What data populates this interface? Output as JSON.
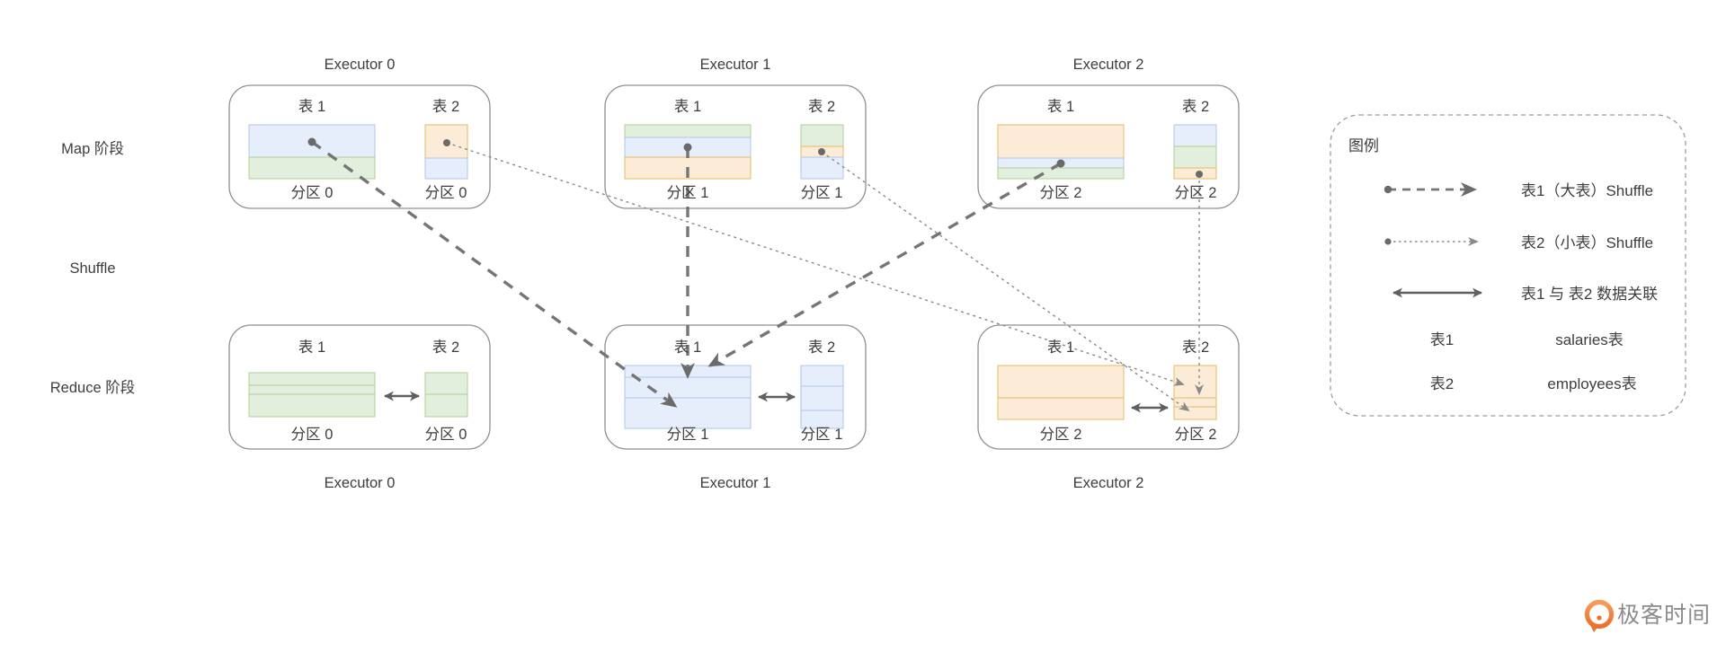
{
  "palette": {
    "blue": {
      "fill": "#e7eefb",
      "border": "#aec6e8"
    },
    "green": {
      "fill": "#e2efdc",
      "border": "#aecf97"
    },
    "orange": {
      "fill": "#fcecd7",
      "border": "#e0bc66"
    },
    "executor_box_border": "#8f8f8f",
    "table1_shuffle_arrow": "#757575",
    "table2_shuffle_arrow": "#8a8a8a",
    "join_arrow": "#5f5f5f",
    "shuffle_dot": "#6a6a6a",
    "text": "#3d3d3d",
    "legend_border": "#9c9c9c",
    "logo_orange": "#ee7c38",
    "logo_orange_dark": "#e9702e",
    "logo_text_color": "#8c8c8c"
  },
  "stage_labels": {
    "map": "Map 阶段",
    "shuffle": "Shuffle",
    "reduce": "Reduce 阶段"
  },
  "map_row": {
    "executors": [
      {
        "title": "Executor 0",
        "tables": [
          {
            "label": "表 1",
            "partition": "分区 0"
          },
          {
            "label": "表 2",
            "partition": "分区 0"
          }
        ]
      },
      {
        "title": "Executor 1",
        "tables": [
          {
            "label": "表 1",
            "partition": "分区 1"
          },
          {
            "label": "表 2",
            "partition": "分区 1"
          }
        ]
      },
      {
        "title": "Executor 2",
        "tables": [
          {
            "label": "表 1",
            "partition": "分区 2"
          },
          {
            "label": "表 2",
            "partition": "分区 2"
          }
        ]
      }
    ]
  },
  "reduce_row": {
    "executors": [
      {
        "title": "Executor 0",
        "tables": [
          {
            "label": "表 1",
            "partition": "分区 0"
          },
          {
            "label": "表 2",
            "partition": "分区 0"
          }
        ]
      },
      {
        "title": "Executor 1",
        "tables": [
          {
            "label": "表 1",
            "partition": "分区 1"
          },
          {
            "label": "表 2",
            "partition": "分区 1"
          }
        ]
      },
      {
        "title": "Executor 2",
        "tables": [
          {
            "label": "表 1",
            "partition": "分区 2"
          },
          {
            "label": "表 2",
            "partition": "分区 2"
          }
        ]
      }
    ]
  },
  "connections": {
    "table1_shuffle": [
      {
        "from": "map-executor-0-table1",
        "to": "reduce-executor-1-table1"
      },
      {
        "from": "map-executor-1-table1",
        "to": "reduce-executor-1-table1"
      },
      {
        "from": "map-executor-2-table1",
        "to": "reduce-executor-1-table1"
      }
    ],
    "table2_shuffle": [
      {
        "from": "map-executor-0-table2",
        "to": "reduce-executor-2-table2"
      },
      {
        "from": "map-executor-1-table2",
        "to": "reduce-executor-2-table2"
      },
      {
        "from": "map-executor-2-table2",
        "to": "reduce-executor-2-table2"
      }
    ],
    "joins": [
      "reduce-executor-0",
      "reduce-executor-1",
      "reduce-executor-2"
    ]
  },
  "legend": {
    "title": "图例",
    "items": [
      {
        "icon": "dashed-arrow-sample",
        "label": "表1（大表）Shuffle"
      },
      {
        "icon": "dotted-arrow-sample",
        "label": "表2（小表）Shuffle"
      },
      {
        "icon": "double-arrow-sample",
        "label": "表1 与 表2 数据关联"
      }
    ],
    "mappings": [
      {
        "key": "表1",
        "value": "salaries表"
      },
      {
        "key": "表2",
        "value": "employees表"
      }
    ]
  },
  "branding": {
    "logo_icon": "geektime-logo",
    "logo_text": "极客时间"
  }
}
